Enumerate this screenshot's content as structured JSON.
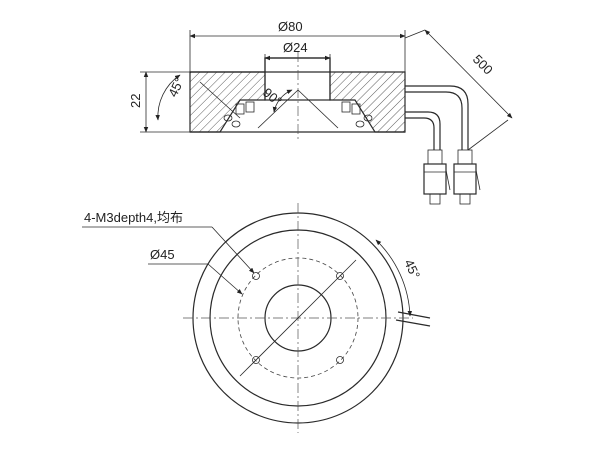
{
  "side_view": {
    "dim_outer_diameter": "Ø80",
    "dim_inner_diameter": "Ø24",
    "dim_height": "22",
    "dim_angle_left": "45°",
    "dim_angle_center": "90°",
    "dim_cable_length": "500"
  },
  "top_view": {
    "note_holes": "4-M3depth4,均布",
    "dim_bolt_circle": "Ø45",
    "dim_angle_hole": "45°"
  }
}
